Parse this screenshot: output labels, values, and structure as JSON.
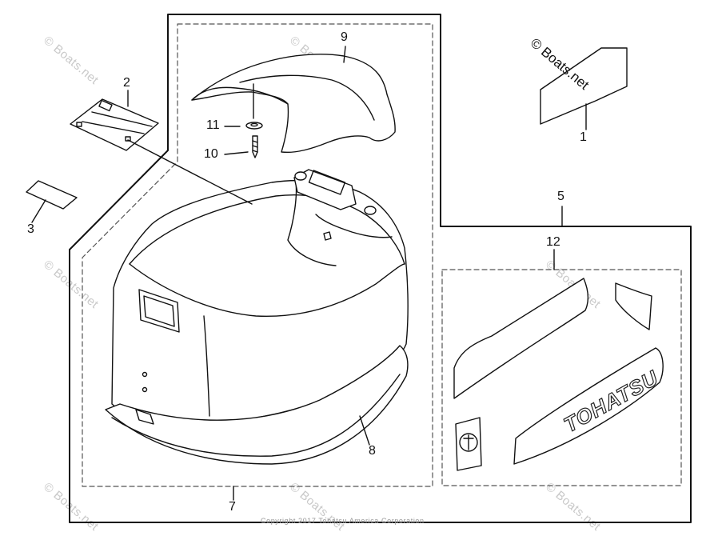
{
  "diagram": {
    "callouts": [
      "1",
      "2",
      "3",
      "5",
      "7",
      "8",
      "9",
      "10",
      "11",
      "12"
    ],
    "brand_decal_text": "TOHATSU",
    "copyright": "Copyright 2017 Tohatsu America Corporation",
    "watermark_main": "© Boats.net",
    "watermark_faint": "© Boats.net"
  },
  "colors": {
    "line": "#111111",
    "dash": "#555555",
    "watermark": "#c9c9c9"
  }
}
